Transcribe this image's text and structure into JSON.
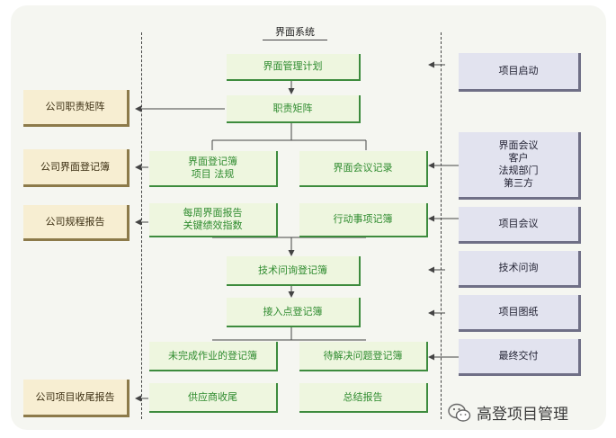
{
  "diagram": {
    "title": "界面系统",
    "center_boxes": {
      "interface_plan": "界面管理计划",
      "responsibility_matrix": "职责矩阵",
      "interface_register": "界面登记簿\n项目  法规",
      "interface_meeting_record": "界面会议记录",
      "weekly_report": "每周界面报告\n关键绩效指数",
      "action_register": "行动事项记簿",
      "tech_query_register": "技术问询登记簿",
      "tie_in_register": "接入点登记簿",
      "incomplete_work_register": "未完成作业的登记簿",
      "open_issues_register": "待解决问题登记簿",
      "vendor_closeout": "供应商收尾",
      "summary_report": "总结报告"
    },
    "left_boxes": {
      "company_matrix": "公司职责矩阵",
      "company_register": "公司界面登记簿",
      "company_procedure_report": "公司规程报告",
      "company_closeout_report": "公司项目收尾报告"
    },
    "right_boxes": {
      "project_kickoff": "项目启动",
      "interface_meeting_group": "界面会议\n客户\n法规部门\n第三方",
      "project_meeting": "项目会议",
      "technical_query": "技术问询",
      "project_drawings": "项目图纸",
      "final_delivery": "最终交付"
    }
  },
  "watermark": {
    "text": "高登项目管理",
    "icon": "wechat-icon"
  }
}
